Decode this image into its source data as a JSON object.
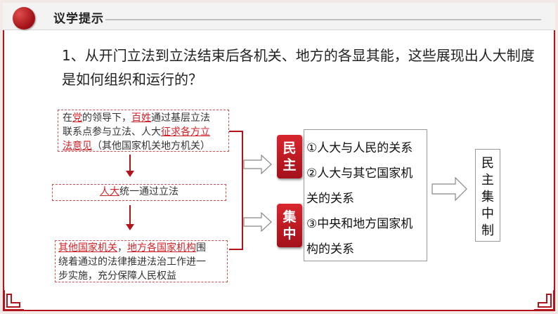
{
  "header": {
    "title": "议学提示"
  },
  "question": {
    "line1": "1、从开门立法到立法结束后各机关、地方的各显其能，这些展现出人大制度",
    "line2": "是如何组织和运行的？"
  },
  "box1": {
    "l1a": "在",
    "l1b": "党",
    "l1c": "的领导下，",
    "l1d": "百姓",
    "l1e": "通过基层立法",
    "l2a": "联系点参与立法、人大",
    "l2b": "征求各方立",
    "l3a": "法意见",
    "l3b": "（其他国家机关地方机关）"
  },
  "box2": {
    "a": "人大",
    "b": "统一通过立法"
  },
  "box3": {
    "l1a": "其他国家机关",
    "l1b": "，",
    "l1c": "地方各国家机构",
    "l1d": "围",
    "l2": "绕着通过的法律推进法治工作进一",
    "l3": "步实施，充分保障人民权益"
  },
  "badges": {
    "democracy": [
      "民",
      "主"
    ],
    "central": [
      "集",
      "中"
    ]
  },
  "relations": [
    "①人大与人民的关系",
    "②人大与其它国家机",
    "关的关系",
    "③中央和地方国家机",
    "构的关系"
  ],
  "result": [
    "民",
    "主",
    "集",
    "中",
    "制"
  ]
}
